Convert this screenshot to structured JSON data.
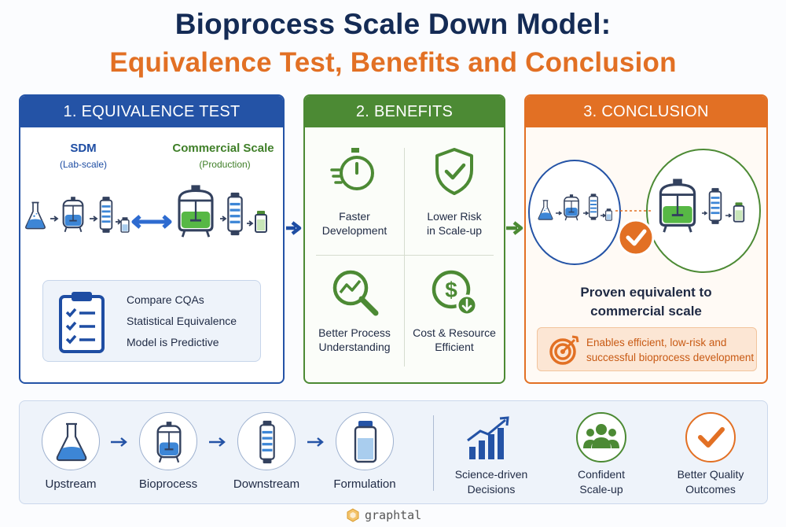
{
  "header": {
    "title": "Bioprocess Scale Down Model:",
    "subtitle": "Equivalence Test, Benefits and Conclusion"
  },
  "panels": {
    "equivalence": {
      "heading": "1. EQUIVALENCE TEST",
      "sdm_label": "SDM",
      "sdm_sub": "(Lab-scale)",
      "commercial_label": "Commercial Scale",
      "commercial_sub": "(Production)",
      "checks": [
        "Compare CQAs",
        "Statistical Equivalence",
        "Model is Predictive"
      ]
    },
    "benefits": {
      "heading": "2. BENEFITS",
      "items": [
        {
          "line1": "Faster",
          "line2": "Development",
          "icon": "stopwatch-icon"
        },
        {
          "line1": "Lower Risk",
          "line2": "in Scale-up",
          "icon": "shield-check-icon"
        },
        {
          "line1": "Better Process",
          "line2": "Understanding",
          "icon": "magnifier-chart-icon"
        },
        {
          "line1": "Cost & Resource",
          "line2": "Efficient",
          "icon": "dollar-savings-icon"
        }
      ]
    },
    "conclusion": {
      "heading": "3. CONCLUSION",
      "proven_line1": "Proven equivalent to",
      "proven_line2": "commercial scale",
      "enable_line1": "Enables efficient, low-risk and",
      "enable_line2": "successful bioprocess development"
    }
  },
  "workflow": {
    "steps": [
      "Upstream",
      "Bioprocess",
      "Downstream",
      "Formulation"
    ],
    "outcomes": [
      {
        "line1": "Science-driven",
        "line2": "Decisions"
      },
      {
        "line1": "Confident",
        "line2": "Scale-up"
      },
      {
        "line1": "Better Quality",
        "line2": "Outcomes"
      }
    ]
  },
  "footer": {
    "brand": "graphtal"
  },
  "colors": {
    "navy": "#142b55",
    "blue": "#2453a6",
    "green": "#4c8a34",
    "orange": "#e27024"
  }
}
